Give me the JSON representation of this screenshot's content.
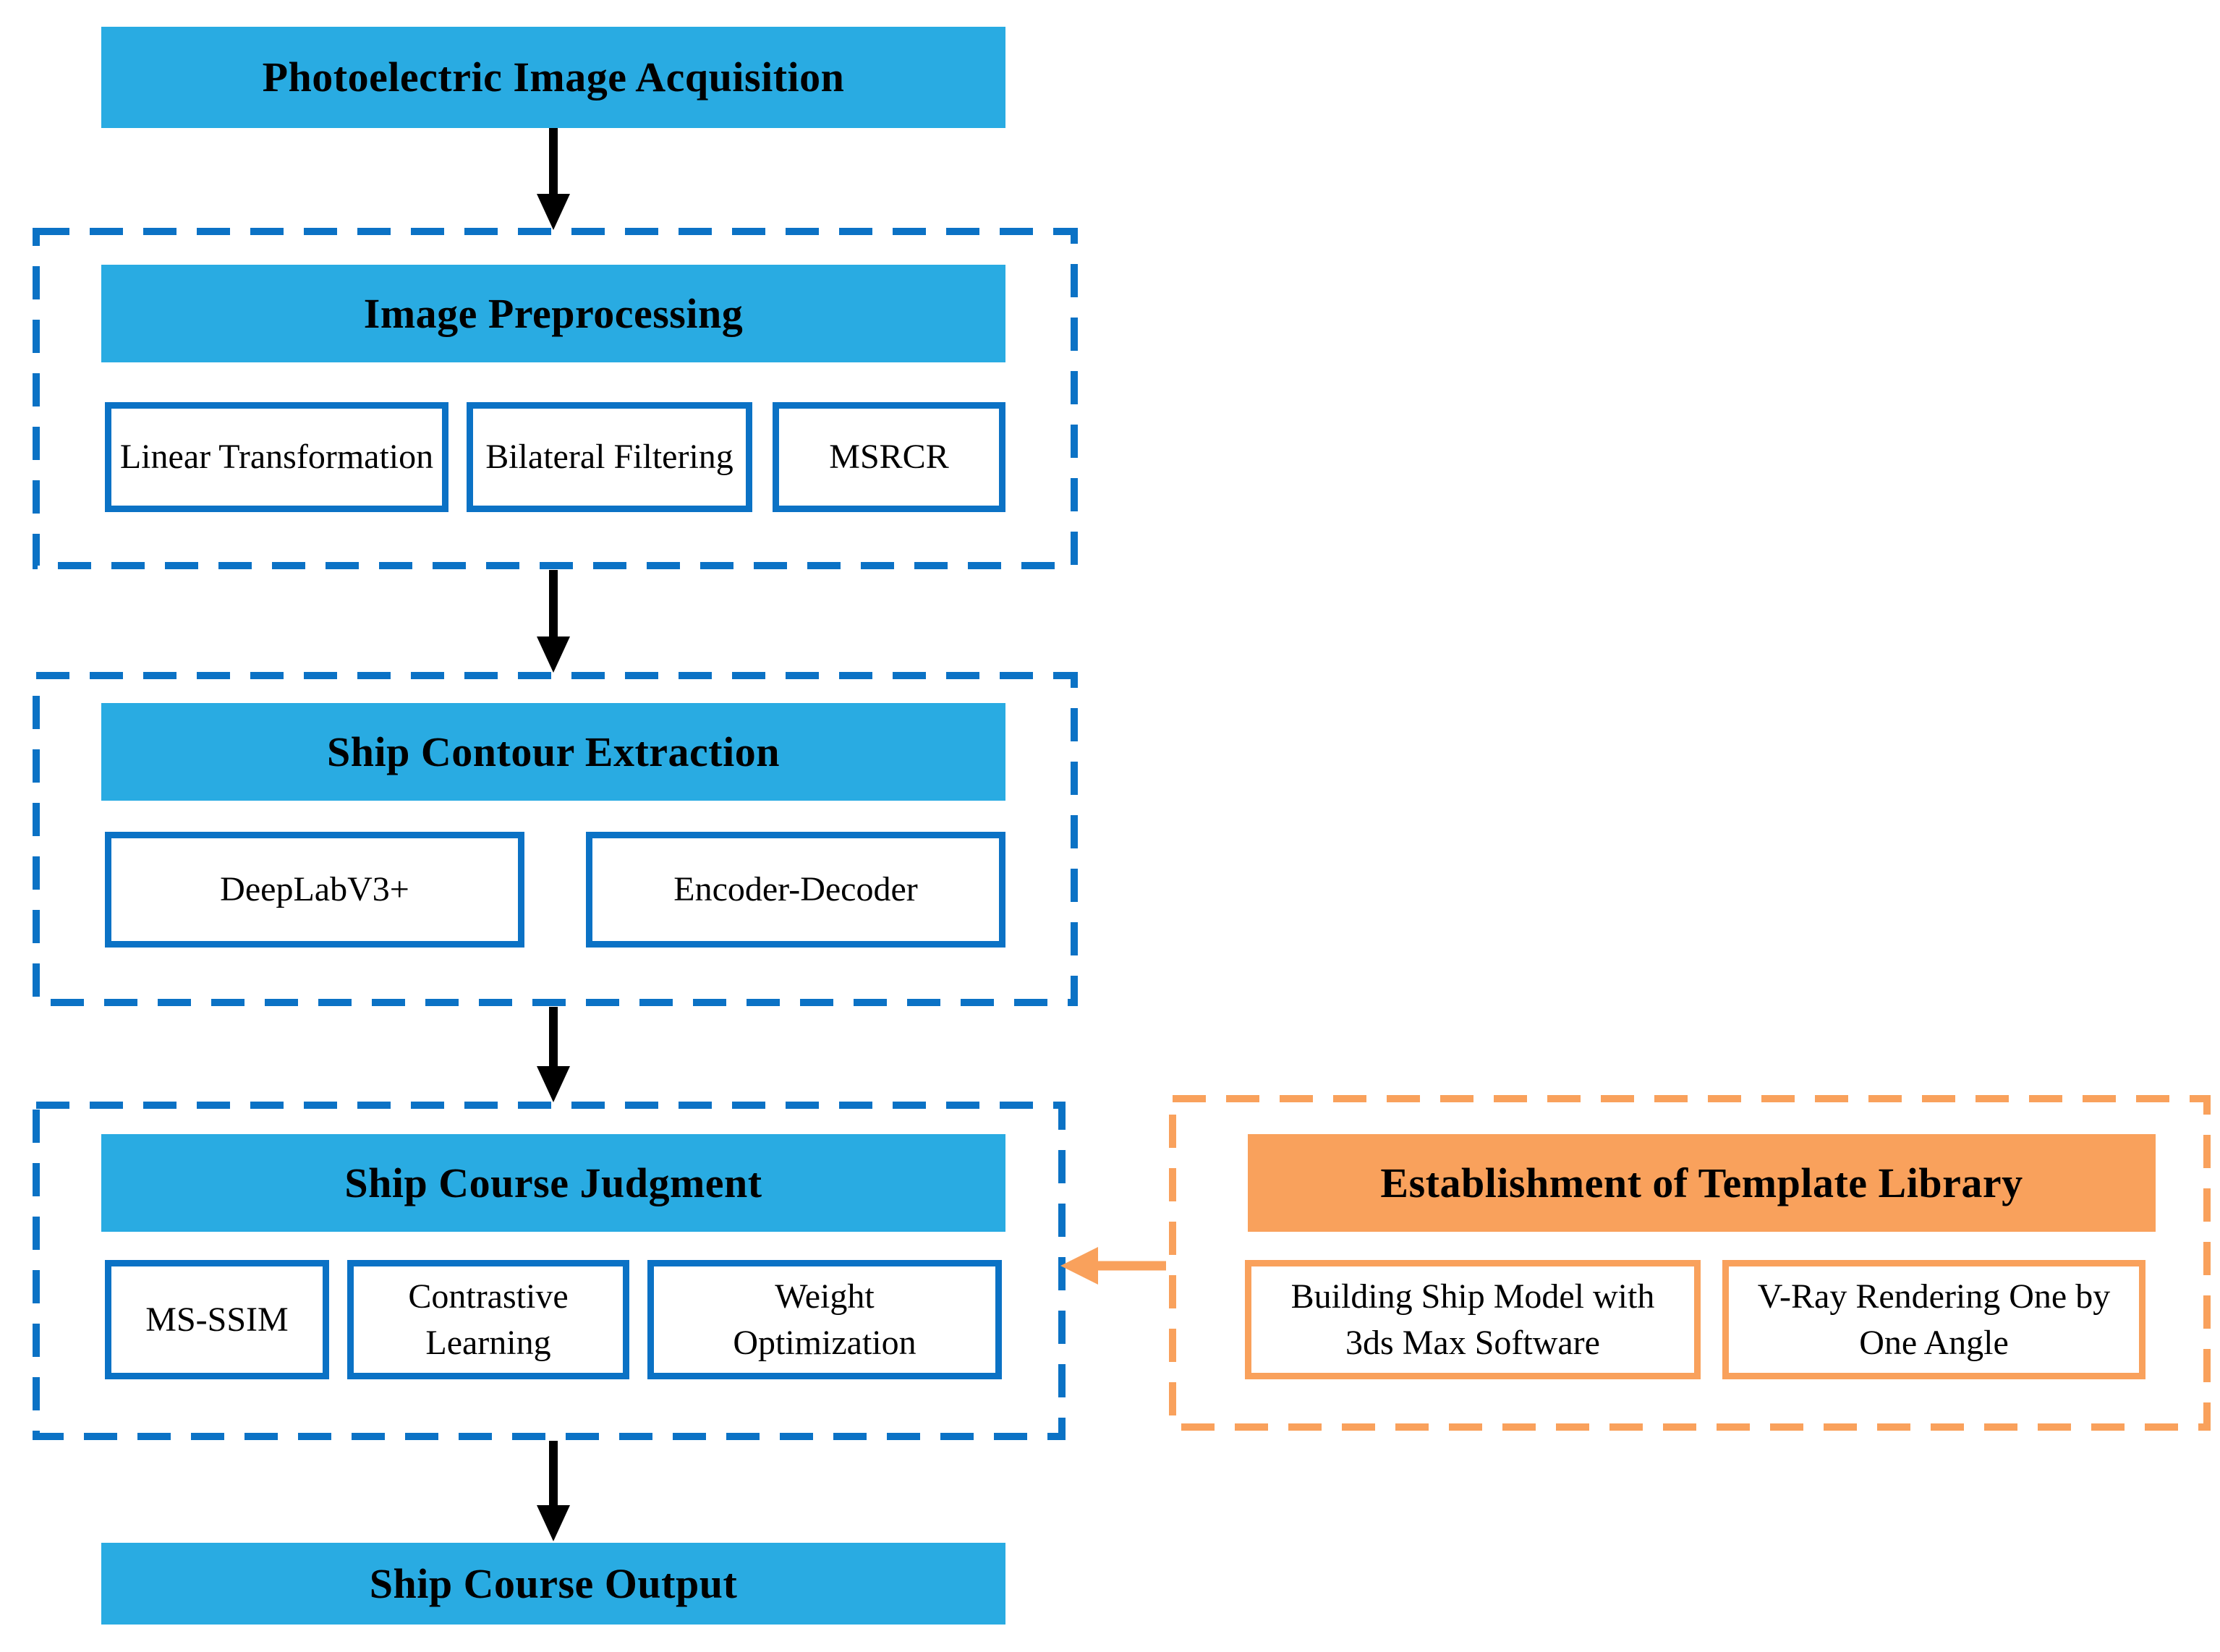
{
  "colors": {
    "cyan_fill": "#29ABE2",
    "blue_line": "#0B72C5",
    "orange": "#F9A15C",
    "arrow_black": "#000000",
    "text": "#000000"
  },
  "nodes": {
    "acquisition": {
      "label": "Photoelectric Image Acquisition"
    },
    "preprocessing": {
      "label": "Image Preprocessing",
      "children": {
        "linear": "Linear Transformation",
        "bilateral": "Bilateral Filtering",
        "msrcr": "MSRCR"
      }
    },
    "contour": {
      "label": "Ship Contour Extraction",
      "children": {
        "deeplab": "DeepLabV3+",
        "encoder_decoder": "Encoder-Decoder"
      }
    },
    "judgment": {
      "label": "Ship Course Judgment",
      "children": {
        "msssim": "MS-SSIM",
        "contrastive": "Contrastive Learning",
        "weight": "Weight Optimization"
      }
    },
    "output": {
      "label": "Ship Course Output"
    },
    "template_library": {
      "label": "Establishment of Template Library",
      "children": {
        "building_model": "Building Ship Model with 3ds Max Software",
        "vray": "V-Ray Rendering One by One Angle"
      }
    }
  }
}
